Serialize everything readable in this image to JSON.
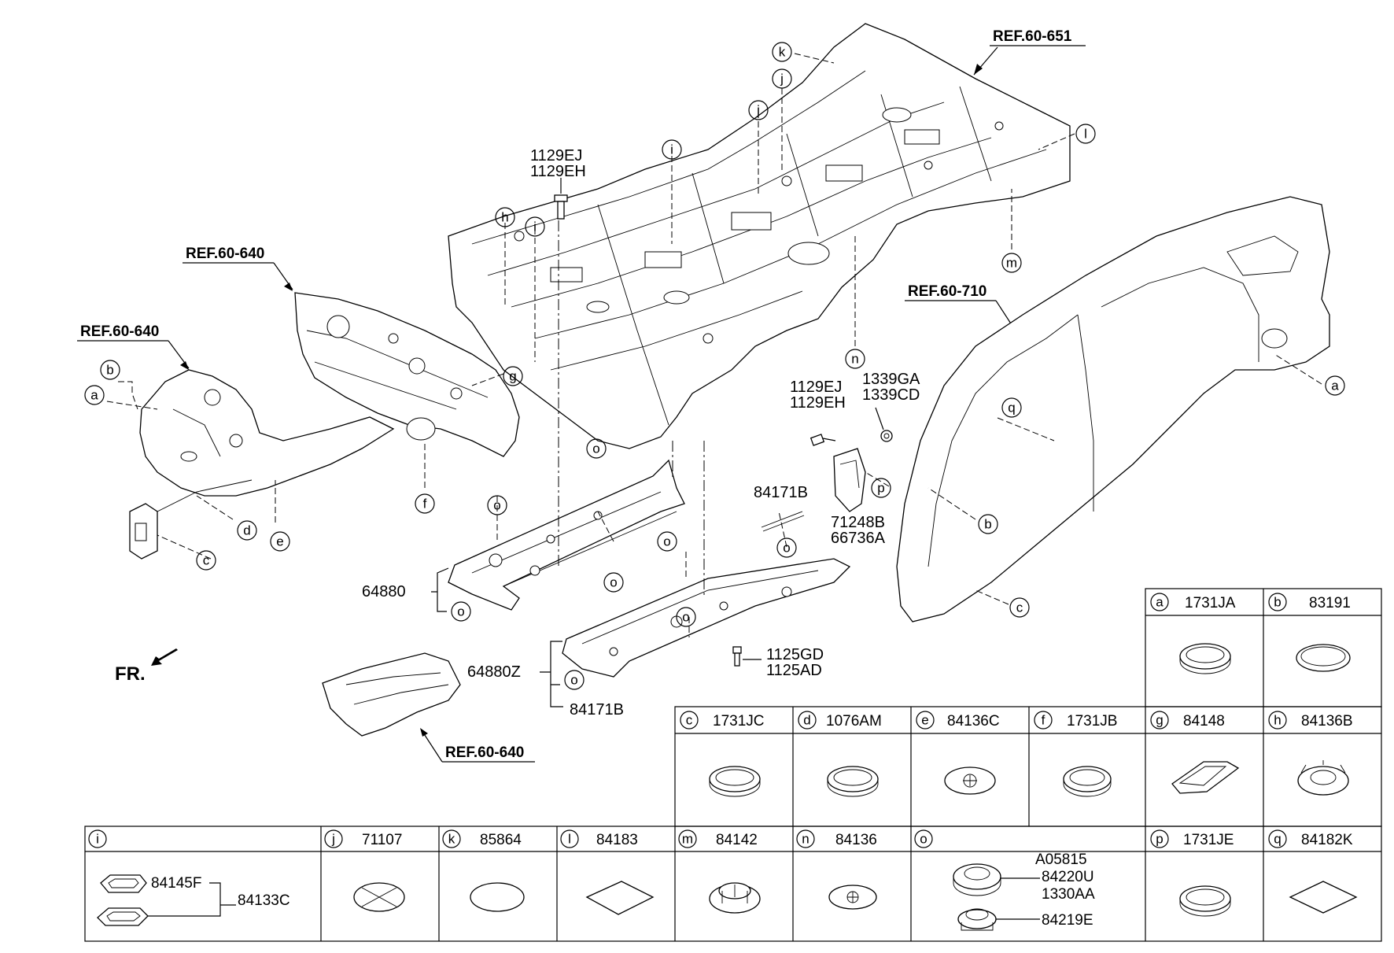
{
  "refs": [
    "REF.60-651",
    "REF.60-640",
    "REF.60-640",
    "REF.60-710",
    "REF.60-640"
  ],
  "front_label": "FR.",
  "labels": {
    "bolt_top_a": "1129EJ",
    "bolt_top_b": "1129EH",
    "bolt_mid_a": "1129EJ",
    "bolt_mid_b": "1129EH",
    "nut_a": "1339GA",
    "nut_b": "1339CD",
    "strip": "84171B",
    "bracket_a": "71248B",
    "bracket_b": "66736A",
    "cover1": "64880",
    "cover2": "64880Z",
    "cover2_sub": "84171B",
    "screw_a": "1125GD",
    "screw_b": "1125AD"
  },
  "callouts": [
    "a",
    "b",
    "c",
    "d",
    "e",
    "f",
    "g",
    "h",
    "i",
    "j",
    "k",
    "l",
    "m",
    "n",
    "o",
    "p",
    "q"
  ],
  "table_cells": [
    {
      "key": "a",
      "part": "1731JA"
    },
    {
      "key": "b",
      "part": "83191"
    },
    {
      "key": "c",
      "part": "1731JC"
    },
    {
      "key": "d",
      "part": "1076AM"
    },
    {
      "key": "e",
      "part": "84136C"
    },
    {
      "key": "f",
      "part": "1731JB"
    },
    {
      "key": "g",
      "part": "84148"
    },
    {
      "key": "h",
      "part": "84136B"
    },
    {
      "key": "i",
      "part": ""
    },
    {
      "key": "j",
      "part": "71107"
    },
    {
      "key": "k",
      "part": "85864"
    },
    {
      "key": "l",
      "part": "84183"
    },
    {
      "key": "m",
      "part": "84142"
    },
    {
      "key": "n",
      "part": "84136"
    },
    {
      "key": "o",
      "part": ""
    },
    {
      "key": "p",
      "part": "1731JE"
    },
    {
      "key": "q",
      "part": "84182K"
    }
  ],
  "cell_i": {
    "part_a": "84145F",
    "part_b": "84133C"
  },
  "cell_o": {
    "parts": [
      "A05815",
      "84220U",
      "1330AA"
    ],
    "part_bottom": "84219E"
  }
}
